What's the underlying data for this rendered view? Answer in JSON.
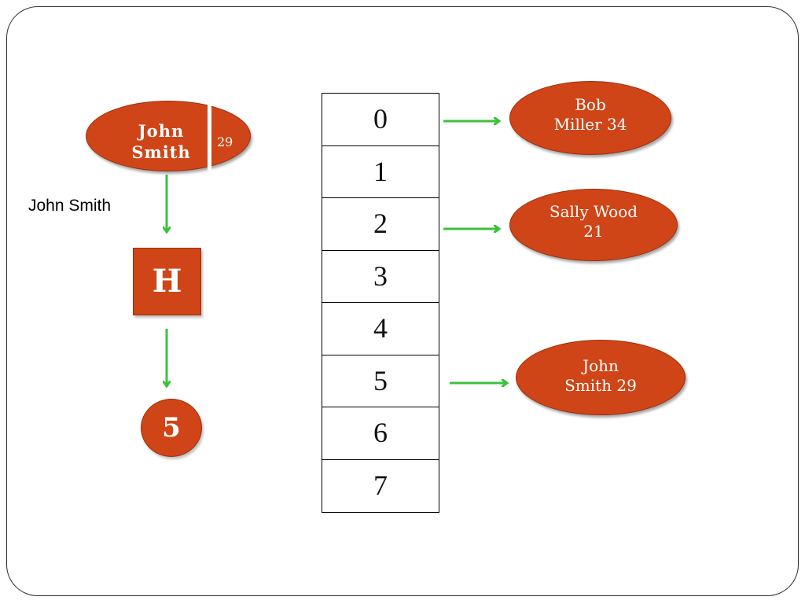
{
  "key_record": {
    "name_line1": "John",
    "name_line2": "Smith",
    "age": "29"
  },
  "key_label": "John Smith",
  "hash_function": "H",
  "hash_result": "5",
  "table": {
    "indices": [
      "0",
      "1",
      "2",
      "3",
      "4",
      "5",
      "6",
      "7"
    ]
  },
  "entries": [
    {
      "index": "0",
      "line1": "Bob",
      "line2": "Miller 34"
    },
    {
      "index": "2",
      "line1": "Sally Wood",
      "line2": "21"
    },
    {
      "index": "5",
      "line1": "John",
      "line2": "Smith 29"
    }
  ],
  "colors": {
    "node_fill": "#cf4517",
    "arrow": "#3cc13c",
    "frame": "#2b2b2b"
  }
}
